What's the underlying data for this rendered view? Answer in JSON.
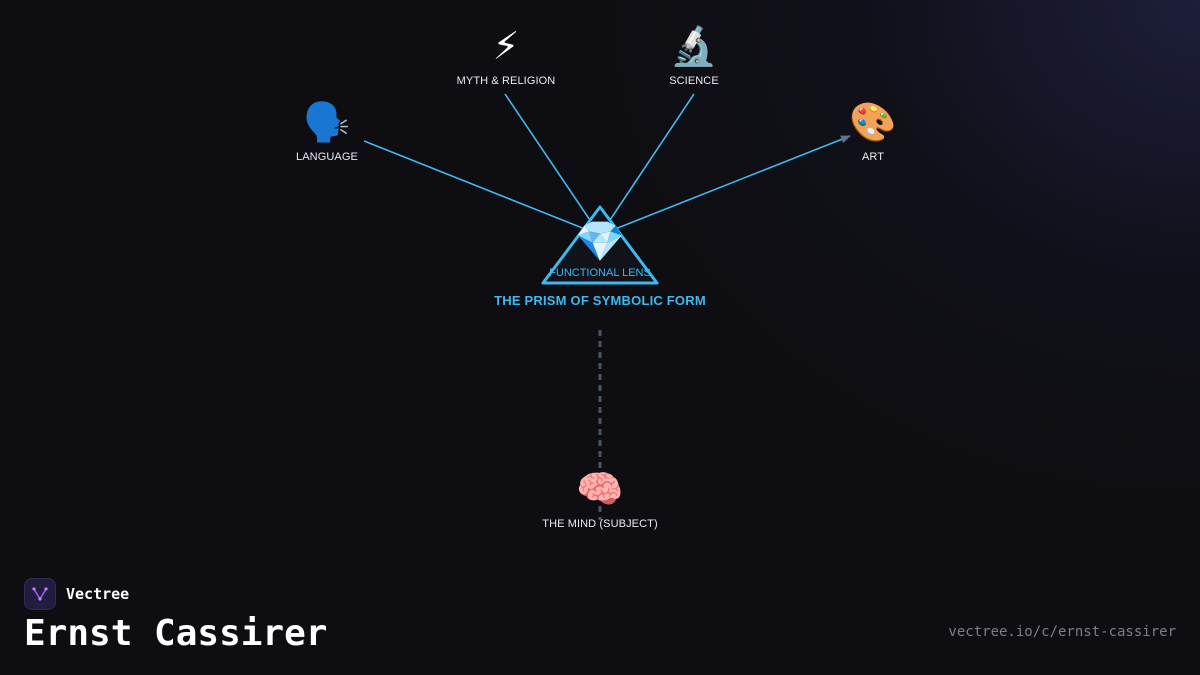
{
  "diagram": {
    "center": {
      "title": "THE PRISM OF SYMBOLIC FORM",
      "lens_label": "FUNCTIONAL LENS",
      "icon": "💎",
      "icon_name": "gem-icon"
    },
    "forms": [
      {
        "id": "language",
        "label": "LANGUAGE",
        "icon": "🗣️",
        "icon_name": "speaking-head-icon"
      },
      {
        "id": "myth-religion",
        "label": "MYTH & RELIGION",
        "icon": "⚡",
        "icon_name": "lightning-icon"
      },
      {
        "id": "science",
        "label": "SCIENCE",
        "icon": "🔬",
        "icon_name": "microscope-icon"
      },
      {
        "id": "art",
        "label": "ART",
        "icon": "🎨",
        "icon_name": "palette-icon"
      }
    ],
    "subject": {
      "label": "THE MIND (SUBJECT)",
      "icon": "🧠",
      "icon_name": "brain-icon"
    },
    "colors": {
      "accent": "#3eb8ee",
      "arrowhead": "#5f7390",
      "dashed_line": "#4a5468",
      "background": "#0e0e12"
    }
  },
  "footer": {
    "brand": "Vectree",
    "title": "Ernst Cassirer",
    "url": "vectree.io/c/ernst-cassirer"
  }
}
